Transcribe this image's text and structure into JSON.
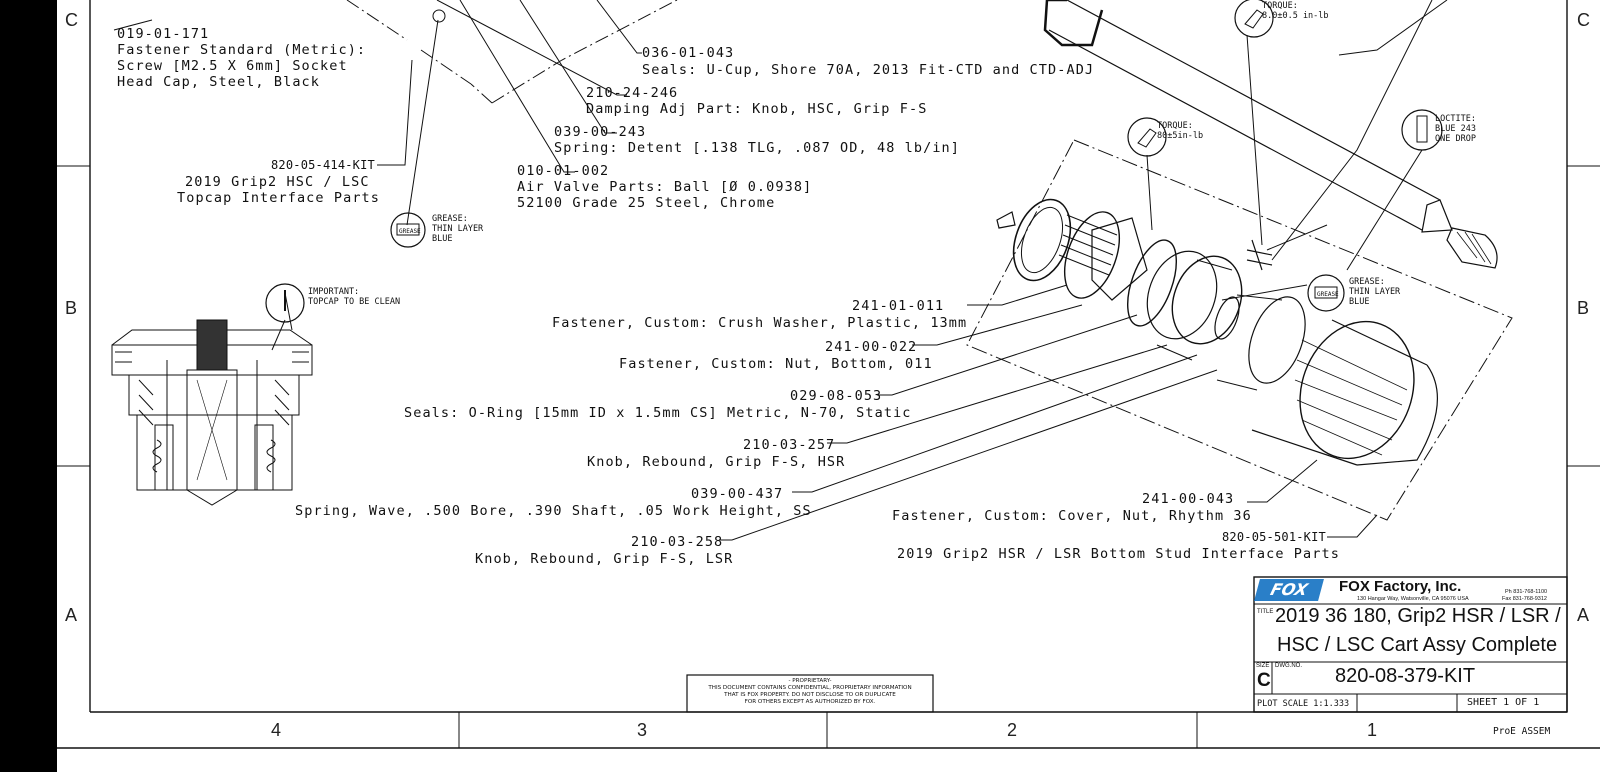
{
  "zones": {
    "rows_left": [
      "C",
      "B",
      "A"
    ],
    "rows_right": [
      "C",
      "B",
      "A"
    ],
    "columns": [
      "4",
      "3",
      "2",
      "1"
    ]
  },
  "parts": [
    {
      "number": "019-01-171",
      "lines": [
        "Fastener Standard (Metric):",
        "Screw [M2.5 X 6mm] Socket",
        "Head Cap, Steel, Black"
      ]
    },
    {
      "number": "036-01-043",
      "lines": [
        "Seals: U-Cup, Shore 70A, 2013 Fit-CTD and CTD-ADJ"
      ]
    },
    {
      "number": "210-24-246",
      "lines": [
        "Damping Adj Part: Knob, HSC, Grip F-S"
      ]
    },
    {
      "number": "039-00-243",
      "lines": [
        "Spring: Detent [.138 TLG, .087 OD, 48 lb/in]"
      ]
    },
    {
      "number": "010-01-002",
      "lines": [
        "Air Valve Parts: Ball [Ø 0.0938]",
        "52100 Grade 25 Steel, Chrome"
      ]
    },
    {
      "number": "241-01-011",
      "lines": [
        "Fastener, Custom: Crush Washer, Plastic, 13mm"
      ]
    },
    {
      "number": "241-00-022",
      "lines": [
        "Fastener, Custom: Nut, Bottom, 011"
      ]
    },
    {
      "number": "029-08-053",
      "lines": [
        "Seals: O-Ring [15mm ID x 1.5mm CS] Metric, N-70, Static"
      ]
    },
    {
      "number": "210-03-257",
      "lines": [
        "Knob, Rebound, Grip F-S, HSR"
      ]
    },
    {
      "number": "039-00-437",
      "lines": [
        "Spring, Wave, .500 Bore, .390 Shaft, .05 Work Height, SS"
      ]
    },
    {
      "number": "210-03-258",
      "lines": [
        "Knob, Rebound, Grip F-S, LSR"
      ]
    },
    {
      "number": "241-00-043",
      "lines": [
        "Fastener, Custom: Cover, Nut, Rhythm 36"
      ]
    }
  ],
  "kits": [
    {
      "number": "820-05-414-KIT",
      "lines": [
        "2019 Grip2 HSC / LSC",
        "Topcap Interface Parts"
      ]
    },
    {
      "number": "820-05-501-KIT",
      "lines": [
        "2019 Grip2 HSR / LSR Bottom Stud Interface Parts"
      ]
    }
  ],
  "callouts": {
    "grease_left": {
      "icon_text": "GREASE",
      "lines": [
        "GREASE:",
        "THIN LAYER",
        "BLUE"
      ]
    },
    "grease_right": {
      "icon_text": "GREASE",
      "lines": [
        "GREASE:",
        "THIN LAYER",
        "BLUE"
      ]
    },
    "important": {
      "lines": [
        "IMPORTANT:",
        "TOPCAP TO BE CLEAN"
      ]
    },
    "torque_top": {
      "lines": [
        "TORQUE:",
        "8.0±0.5 in-lb"
      ]
    },
    "torque_mid": {
      "lines": [
        "TORQUE:",
        "80±5in-lb"
      ]
    },
    "loctite": {
      "lines": [
        "LOCTITE:",
        "BLUE 243",
        "ONE DROP"
      ]
    }
  },
  "proprietary": {
    "lines": [
      "- PROPRIETARY-",
      "THIS DOCUMENT CONTAINS CONFIDENTIAL, PROPRIETARY INFORMATION",
      "THAT IS FOX PROPERTY.  DO NOT DISCLOSE TO OR DUPLICATE",
      "FOR OTHERS EXCEPT AS AUTHORIZED BY FOX."
    ]
  },
  "title_block": {
    "logo_text": "FOX",
    "company": "FOX Factory, Inc.",
    "address": "130 Hangar Way, Watsonville, CA 95076 USA",
    "phone": "Ph 831-768-1100",
    "fax": "Fax 831-768-9312",
    "title_label": "TITLE",
    "title_lines": [
      "2019 36 180, Grip2 HSR / LSR /",
      "HSC / LSC Cart Assy Complete"
    ],
    "size_label": "SIZE",
    "size": "C",
    "dwg_label": "DWG.NO.",
    "dwg_no": "820-08-379-KIT",
    "plot_scale": "PLOT SCALE 1:1.333",
    "sheet": "SHEET 1 OF 1",
    "cad_note": "ProE ASSEM"
  },
  "colors": {
    "line": "#111111",
    "logo_blue": "#2a7fc8",
    "left_bar": "#000000"
  }
}
